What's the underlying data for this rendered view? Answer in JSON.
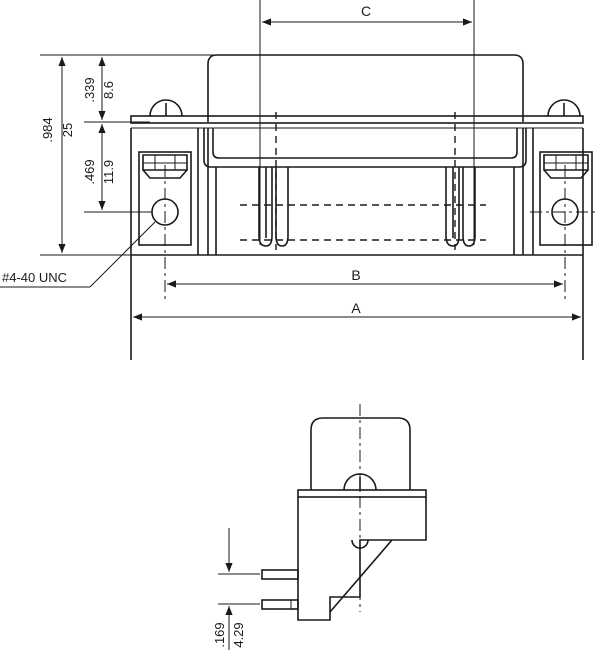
{
  "labels": {
    "dim_c": "C",
    "dim_b": "B",
    "dim_a": "A",
    "overall_height_in": ".984",
    "overall_height_mm": "25",
    "shell_height_in": ".339",
    "shell_height_mm": "8.6",
    "mount_hole_height_in": ".469",
    "mount_hole_height_mm": "11.9",
    "thread_callout": "#4-40 UNC",
    "pin_row_spacing_in": ".169",
    "pin_row_spacing_mm": "4.29"
  }
}
